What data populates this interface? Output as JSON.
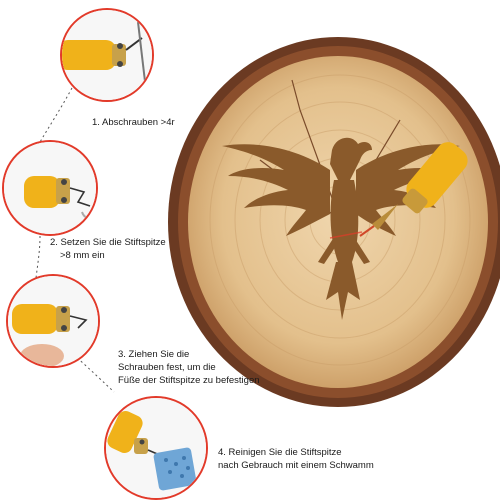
{
  "steps": [
    {
      "lines": [
        "1. Abschrauben >4r"
      ]
    },
    {
      "lines": [
        "2. Setzen Sie die Stiftspitze",
        ">8 mm ein"
      ]
    },
    {
      "lines": [
        "3.  Ziehen Sie die",
        "Schrauben fest, um die",
        "Füße der Stiftspitze zu befestigen"
      ]
    },
    {
      "lines": [
        "4. Reinigen Sie die Stiftspitze",
        "nach Gebrauch mit einem Schwamm"
      ]
    }
  ],
  "colors": {
    "accent": "#e23a2a",
    "tool_yellow": "#f0b21a",
    "wood_light": "#e7c99a",
    "bark": "#6b3a22",
    "burn": "#8a5a2b",
    "sponge": "#6fa6d6"
  }
}
